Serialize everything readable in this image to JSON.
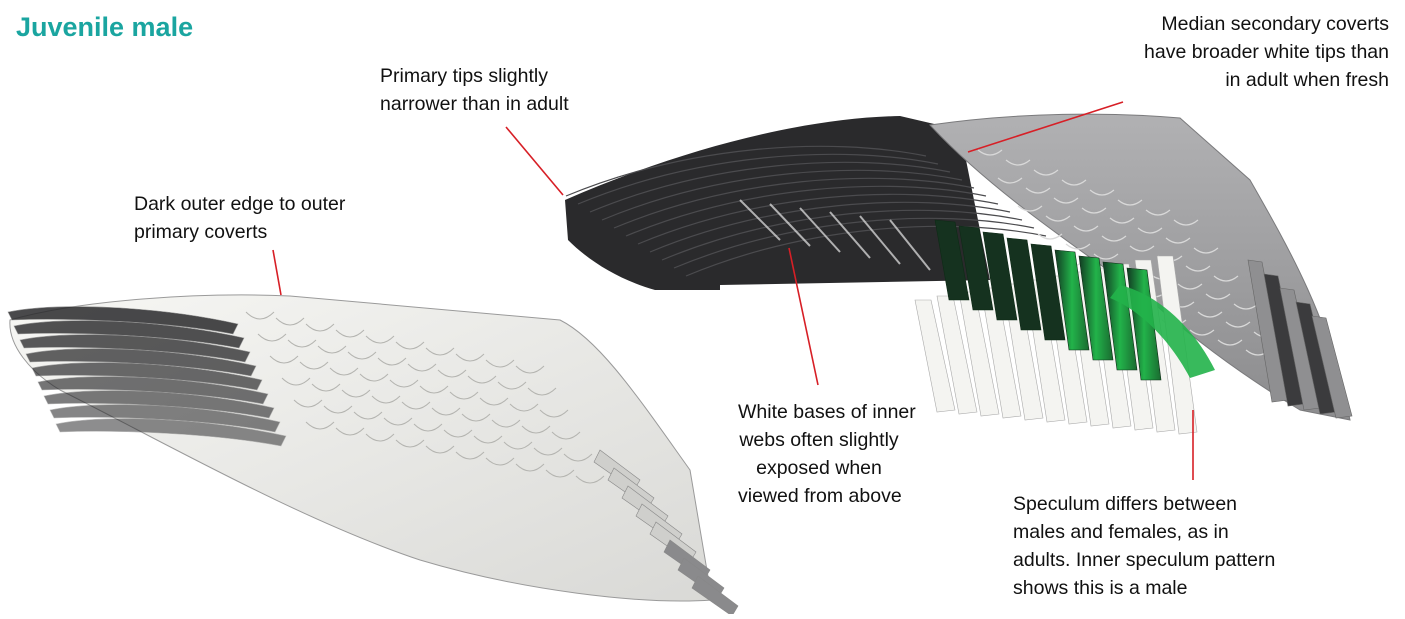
{
  "title": "Juvenile male",
  "annotations": {
    "median_coverts": [
      "Median secondary coverts",
      "have broader white tips than",
      "in adult when fresh"
    ],
    "primary_tips": [
      "Primary tips slightly",
      "narrower than in adult"
    ],
    "dark_outer_edge": [
      "Dark outer edge to outer",
      "primary coverts"
    ],
    "white_bases": [
      "White bases of inner",
      "webs often slightly",
      "exposed when",
      "viewed from above"
    ],
    "speculum": [
      "Speculum differs between",
      "males and females, as in",
      "adults. Inner speculum pattern",
      "shows this is a male"
    ]
  },
  "colors": {
    "title": "#1aa5a0",
    "leader_line": "#d71f26",
    "speculum_green": "#22b34a",
    "dark_feather": "#2a2a2c",
    "grey_coverts": "#9b9b9d"
  }
}
